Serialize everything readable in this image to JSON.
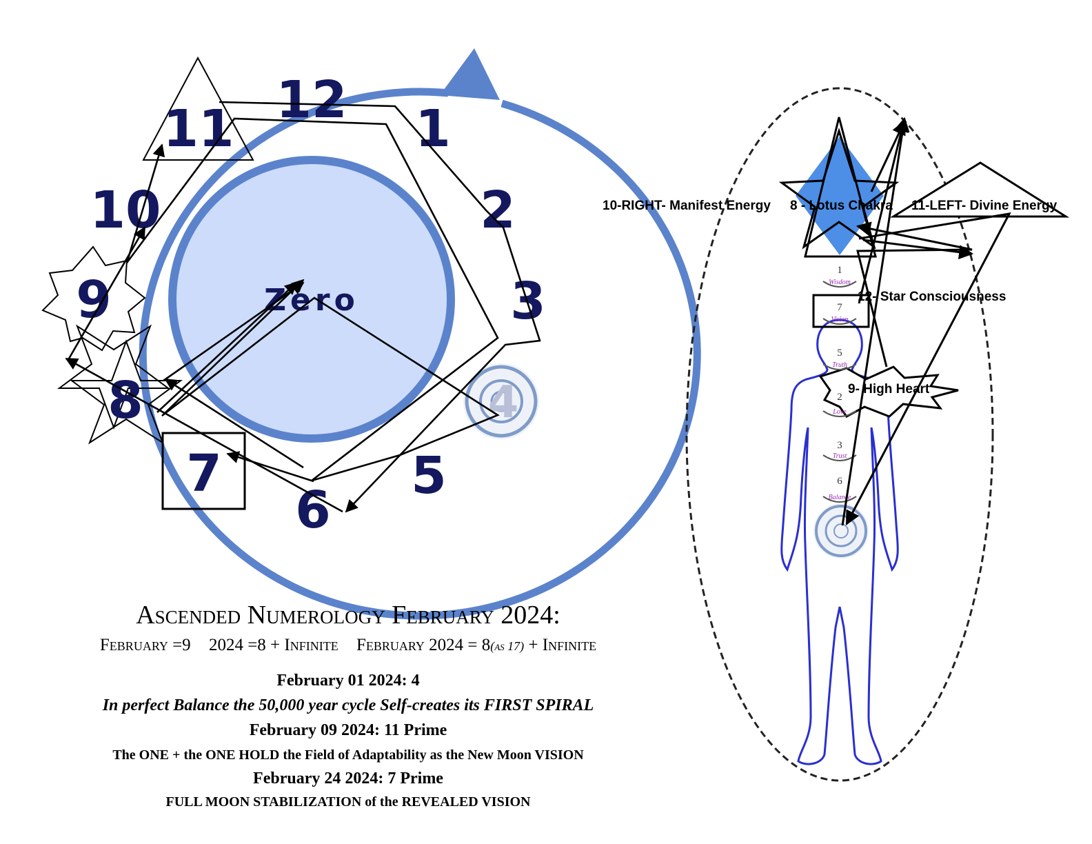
{
  "wheel": {
    "numbers": {
      "n1": "1",
      "n2": "2",
      "n3": "3",
      "n4": "4",
      "n5": "5",
      "n6": "6",
      "n7": "7",
      "n8": "8",
      "n9": "9",
      "n10": "10",
      "n11": "11",
      "n12": "12"
    },
    "center_label": "Zero"
  },
  "body_figure": {
    "labels": {
      "right": "10-RIGHT- Manifest Energy",
      "lotus": "8 - Lotus Chakra",
      "left": "11-LEFT- Divine Energy",
      "star": "12- Star Consciousness",
      "heart": "9- High Heart"
    },
    "chakras": [
      {
        "num": "1",
        "word": "Wisdom"
      },
      {
        "num": "7",
        "word": "Vision"
      },
      {
        "num": "5",
        "word": "Truth"
      },
      {
        "num": "2",
        "word": "Love"
      },
      {
        "num": "3",
        "word": "Trust"
      },
      {
        "num": "6",
        "word": "Balance"
      }
    ]
  },
  "caption": {
    "title": "Ascended Numerology February 2024:",
    "sub_a": "February =9",
    "sub_b": "2024 =8 + Infinite",
    "sub_c1": "February 2024 = 8",
    "sub_c2": "(as 17)",
    "sub_c3": " + Infinite",
    "date1": "February 01 2024: 4",
    "line1": "In perfect Balance the 50,000 year cycle Self-creates its FIRST SPIRAL",
    "date2": "February 09 2024: 11 Prime",
    "line2": "The ONE + the ONE HOLD the Field of Adaptability as the New Moon VISION",
    "date3": "February 24 2024:  7 Prime",
    "line3": "FULL MOON STABILIZATION of the REVEALED VISION"
  },
  "colors": {
    "ring": "#5b83cc",
    "inner_fill": "#cddcfa",
    "navy": "#14185e",
    "diamond": "#4d8ee6",
    "body_outline": "#2a2fd0",
    "chakra_word": "#9a2bb5"
  }
}
